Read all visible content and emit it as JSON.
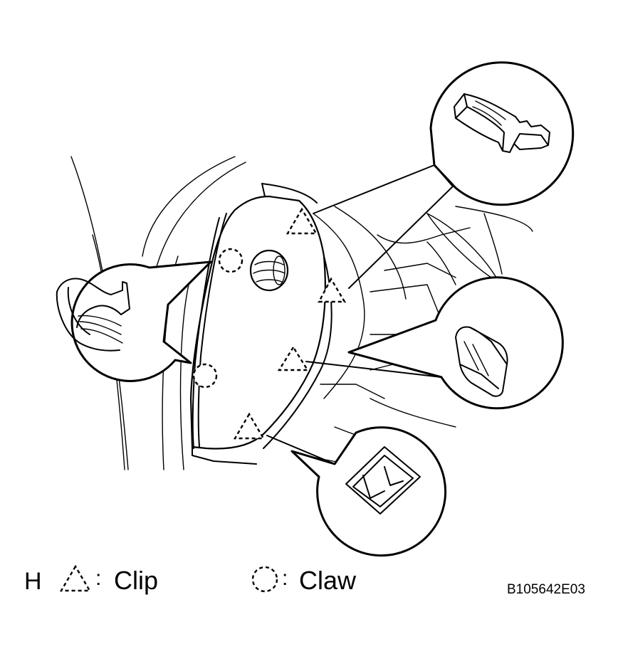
{
  "figure": {
    "section_letter": "H",
    "legend": {
      "clip": {
        "symbol": "dashed-triangle",
        "separator": ":",
        "label": "Clip"
      },
      "claw": {
        "symbol": "dashed-circle",
        "separator": ":",
        "label": "Claw"
      }
    },
    "figure_id": "B105642E03"
  },
  "colors": {
    "line": "#000000",
    "background": "#ffffff"
  }
}
